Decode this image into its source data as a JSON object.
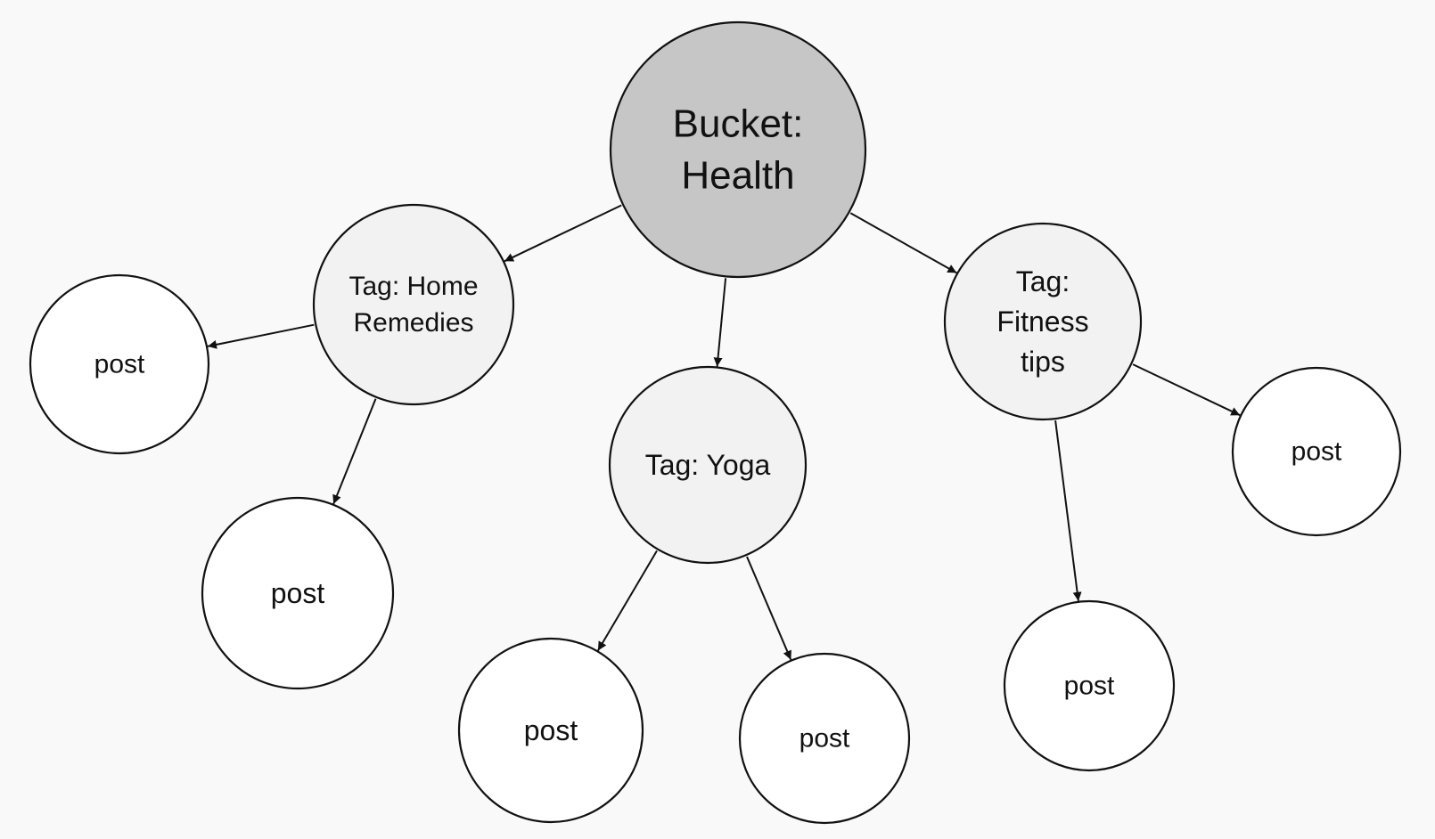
{
  "diagram": {
    "colors": {
      "background": "#f9f9f9",
      "root_fill": "#c6c6c6",
      "tag_fill": "#f2f2f2",
      "post_fill": "#ffffff",
      "stroke": "#111111"
    },
    "nodes": {
      "bucket": {
        "kind": "bucket",
        "lines": [
          "Bucket:",
          "Health"
        ]
      },
      "tag_home": {
        "kind": "tag",
        "lines": [
          "Tag: Home",
          "Remedies"
        ]
      },
      "tag_yoga": {
        "kind": "tag",
        "lines": [
          "Tag: Yoga"
        ]
      },
      "tag_fitness": {
        "kind": "tag",
        "lines": [
          "Tag:",
          "Fitness",
          "tips"
        ]
      },
      "post_1": {
        "kind": "post",
        "lines": [
          "post"
        ]
      },
      "post_2": {
        "kind": "post",
        "lines": [
          "post"
        ]
      },
      "post_3": {
        "kind": "post",
        "lines": [
          "post"
        ]
      },
      "post_4": {
        "kind": "post",
        "lines": [
          "post"
        ]
      },
      "post_5": {
        "kind": "post",
        "lines": [
          "post"
        ]
      },
      "post_6": {
        "kind": "post",
        "lines": [
          "post"
        ]
      }
    },
    "edges": [
      {
        "from": "bucket",
        "to": "tag_home"
      },
      {
        "from": "bucket",
        "to": "tag_yoga"
      },
      {
        "from": "bucket",
        "to": "tag_fitness"
      },
      {
        "from": "tag_home",
        "to": "post_1"
      },
      {
        "from": "tag_home",
        "to": "post_2"
      },
      {
        "from": "tag_yoga",
        "to": "post_3"
      },
      {
        "from": "tag_yoga",
        "to": "post_4"
      },
      {
        "from": "tag_fitness",
        "to": "post_5"
      },
      {
        "from": "tag_fitness",
        "to": "post_6"
      }
    ]
  }
}
